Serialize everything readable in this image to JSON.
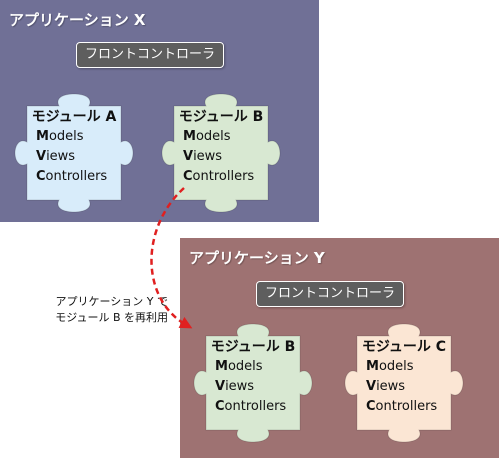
{
  "app_x": {
    "title": "アプリケーション X",
    "front_controller": "フロントコントローラ",
    "modules": [
      {
        "title": "モジュール A",
        "fill": "#d8ecfa",
        "items": [
          {
            "initial": "M",
            "rest": "odels"
          },
          {
            "initial": "V",
            "rest": "iews"
          },
          {
            "initial": "C",
            "rest": "ontrollers"
          }
        ]
      },
      {
        "title": "モジュール B",
        "fill": "#d8e8d2",
        "items": [
          {
            "initial": "M",
            "rest": "odels"
          },
          {
            "initial": "V",
            "rest": "iews"
          },
          {
            "initial": "C",
            "rest": "ontrollers"
          }
        ]
      }
    ]
  },
  "app_y": {
    "title": "アプリケーション Y",
    "front_controller": "フロントコントローラ",
    "modules": [
      {
        "title": "モジュール B",
        "fill": "#d8e8d2",
        "items": [
          {
            "initial": "M",
            "rest": "odels"
          },
          {
            "initial": "V",
            "rest": "iews"
          },
          {
            "initial": "C",
            "rest": "ontrollers"
          }
        ]
      },
      {
        "title": "モジュール C",
        "fill": "#fbe6d4",
        "items": [
          {
            "initial": "M",
            "rest": "odels"
          },
          {
            "initial": "V",
            "rest": "iews"
          },
          {
            "initial": "C",
            "rest": "ontrollers"
          }
        ]
      }
    ]
  },
  "callout": {
    "line1": "アプリケーション Y で",
    "line2": "モジュール B を再利用"
  },
  "colors": {
    "app_x_bg": "#707096",
    "app_y_bg": "#9e7272",
    "arrow": "#e02020"
  }
}
